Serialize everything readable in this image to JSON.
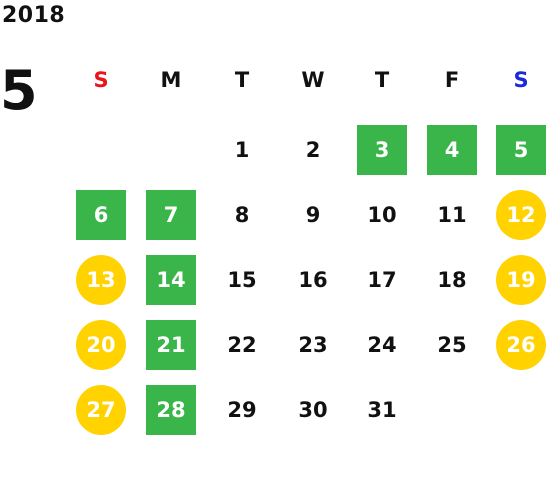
{
  "calendar": {
    "year": "2018",
    "month": "5",
    "weekdays": [
      {
        "label": "S",
        "color": "#e8141a"
      },
      {
        "label": "M",
        "color": "#111111"
      },
      {
        "label": "T",
        "color": "#111111"
      },
      {
        "label": "W",
        "color": "#111111"
      },
      {
        "label": "T",
        "color": "#111111"
      },
      {
        "label": "F",
        "color": "#111111"
      },
      {
        "label": "S",
        "color": "#1a2ad8"
      }
    ],
    "first_weekday_index": 2,
    "days": [
      {
        "day": "1",
        "mark": "none"
      },
      {
        "day": "2",
        "mark": "none"
      },
      {
        "day": "3",
        "mark": "green"
      },
      {
        "day": "4",
        "mark": "green"
      },
      {
        "day": "5",
        "mark": "green"
      },
      {
        "day": "6",
        "mark": "green"
      },
      {
        "day": "7",
        "mark": "green"
      },
      {
        "day": "8",
        "mark": "none"
      },
      {
        "day": "9",
        "mark": "none"
      },
      {
        "day": "10",
        "mark": "none"
      },
      {
        "day": "11",
        "mark": "none"
      },
      {
        "day": "12",
        "mark": "yellow"
      },
      {
        "day": "13",
        "mark": "yellow"
      },
      {
        "day": "14",
        "mark": "green"
      },
      {
        "day": "15",
        "mark": "none"
      },
      {
        "day": "16",
        "mark": "none"
      },
      {
        "day": "17",
        "mark": "none"
      },
      {
        "day": "18",
        "mark": "none"
      },
      {
        "day": "19",
        "mark": "yellow"
      },
      {
        "day": "20",
        "mark": "yellow"
      },
      {
        "day": "21",
        "mark": "green"
      },
      {
        "day": "22",
        "mark": "none"
      },
      {
        "day": "23",
        "mark": "none"
      },
      {
        "day": "24",
        "mark": "none"
      },
      {
        "day": "25",
        "mark": "none"
      },
      {
        "day": "26",
        "mark": "yellow"
      },
      {
        "day": "27",
        "mark": "yellow"
      },
      {
        "day": "28",
        "mark": "green"
      },
      {
        "day": "29",
        "mark": "none"
      },
      {
        "day": "30",
        "mark": "none"
      },
      {
        "day": "31",
        "mark": "none"
      }
    ]
  },
  "colors": {
    "green_mark": "#3ab54a",
    "yellow_mark": "#ffd200",
    "sunday": "#e8141a",
    "saturday": "#1a2ad8",
    "text": "#111111"
  }
}
